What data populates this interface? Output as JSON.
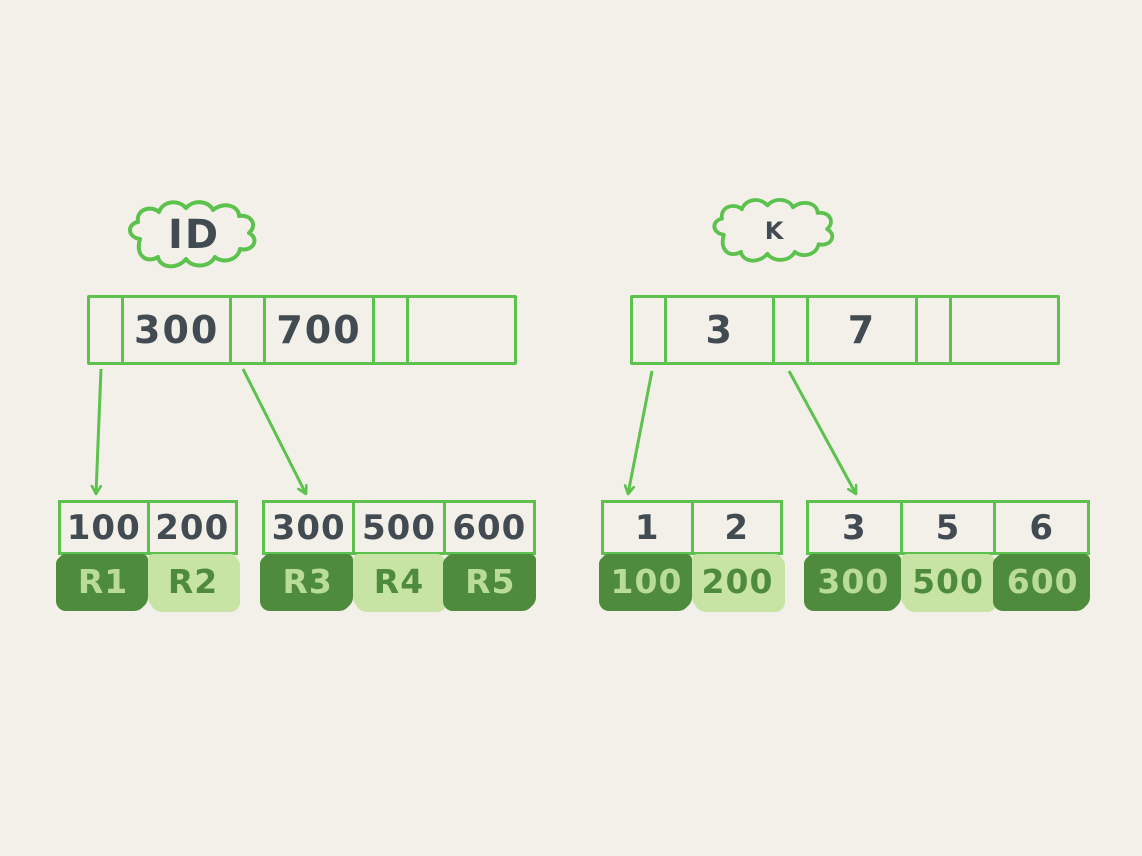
{
  "diagram": {
    "description": "Hand-drawn B-tree index diagram comparing an ID index and a key index",
    "background": "#f2f0e9"
  },
  "colors": {
    "stroke_green": "#5cc24d",
    "dark_block": "#4e8b3d",
    "light_block": "#c7e4a5",
    "ink": "#424a52",
    "text_on_dark": "#b9dc98",
    "text_on_light": "#4e8b3d"
  },
  "trees": [
    {
      "cloud_label": "ID",
      "root_cells": [
        "",
        "300",
        "",
        "700",
        "",
        ""
      ],
      "leaves": [
        {
          "keys": [
            "100",
            "200"
          ],
          "records": [
            {
              "label": "R1",
              "tone": "dark"
            },
            {
              "label": "R2",
              "tone": "light"
            }
          ]
        },
        {
          "keys": [
            "300",
            "500",
            "600"
          ],
          "records": [
            {
              "label": "R3",
              "tone": "dark"
            },
            {
              "label": "R4",
              "tone": "light"
            },
            {
              "label": "R5",
              "tone": "dark"
            }
          ]
        }
      ]
    },
    {
      "cloud_label": "K",
      "root_cells": [
        "",
        "3",
        "",
        "7",
        "",
        ""
      ],
      "leaves": [
        {
          "keys": [
            "1",
            "2"
          ],
          "records": [
            {
              "label": "100",
              "tone": "dark"
            },
            {
              "label": "200",
              "tone": "light"
            }
          ]
        },
        {
          "keys": [
            "3",
            "5",
            "6"
          ],
          "records": [
            {
              "label": "300",
              "tone": "dark"
            },
            {
              "label": "500",
              "tone": "light"
            },
            {
              "label": "600",
              "tone": "dark"
            }
          ]
        }
      ]
    }
  ]
}
